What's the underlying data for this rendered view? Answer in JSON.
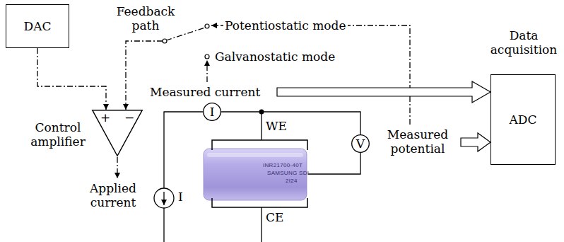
{
  "diagram": {
    "nodes": [
      {
        "text": [
          "DAC"
        ]
      },
      {
        "text": [
          "+",
          "−"
        ]
      },
      {
        "text": [
          "I"
        ]
      },
      {
        "text": [
          "V"
        ]
      },
      {
        "text": [
          "Data acquisition",
          "ADC"
        ]
      }
    ],
    "edges": [
      {
        "from": 0,
        "to": 1,
        "arrow": "to"
      },
      {
        "from": 2,
        "to": 3,
        "arrow": "none"
      }
    ],
    "labels": [
      "Feedback path",
      "Potentiostatic mode",
      "Galvanostatic mode",
      "Measured current",
      "Control amplifier",
      "Applied current",
      "I",
      "WE",
      "CE",
      "Measured potential",
      "INR21700-40T",
      "SAMSUNG SDI",
      "2I24"
    ]
  }
}
